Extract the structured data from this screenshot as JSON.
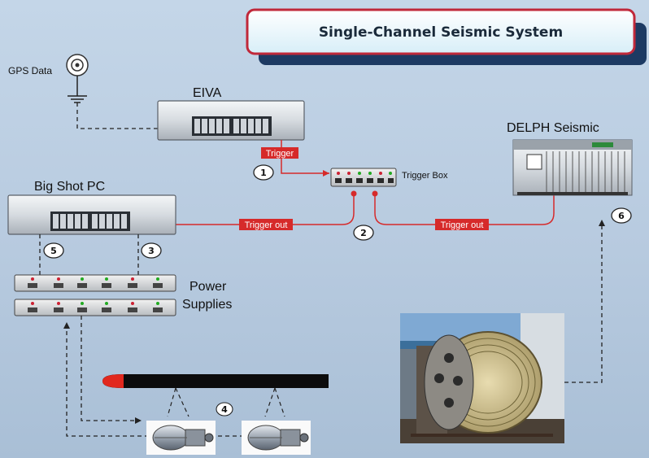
{
  "title": "Single-Channel Seismic System",
  "labels": {
    "gps": "GPS Data",
    "eiva": "EIVA",
    "trigger_box": "Trigger Box",
    "delph": "DELPH Seismic",
    "big_shot": "Big Shot PC",
    "power_line1": "Power",
    "power_line2": "Supplies"
  },
  "signals": {
    "trigger": "Trigger",
    "trigger_out_left": "Trigger out",
    "trigger_out_right": "Trigger out"
  },
  "steps": [
    "1",
    "2",
    "3",
    "4",
    "5",
    "6"
  ],
  "colors": {
    "accent_red": "#d62a2a",
    "title_border": "#c0283a",
    "title_shadow": "#1d3a63",
    "background": "#b9cce0"
  }
}
